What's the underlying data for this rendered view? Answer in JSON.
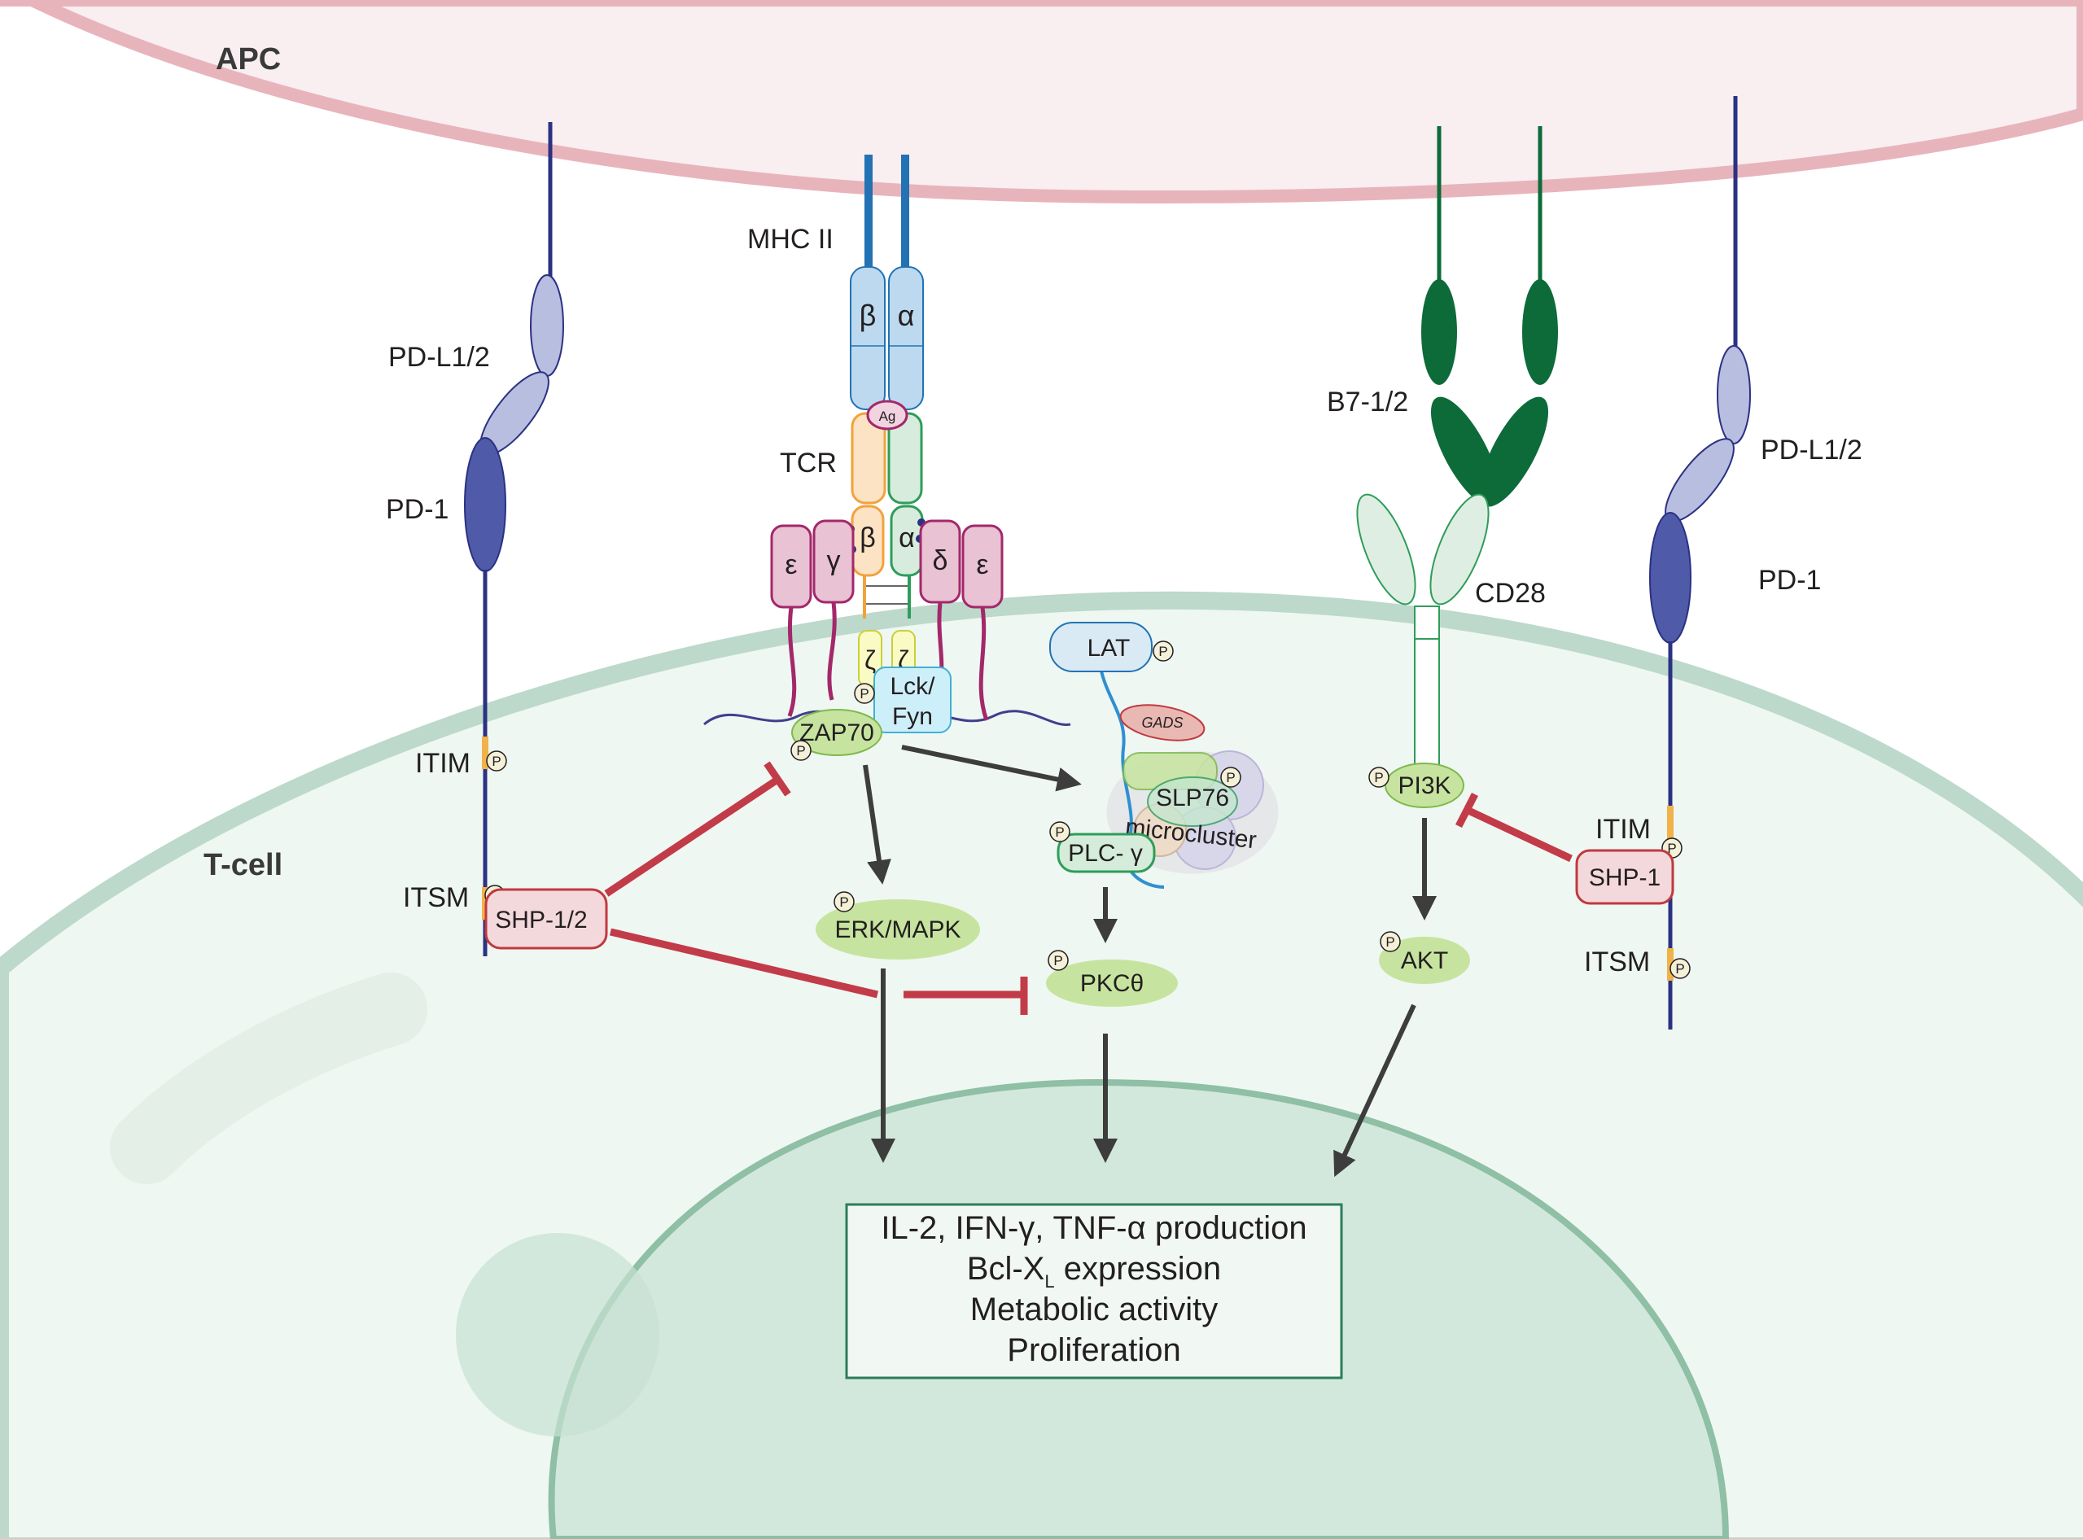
{
  "cells": {
    "apc": "APC",
    "tcell": "T-cell"
  },
  "receptors": {
    "mhc": "MHC II",
    "tcr": "TCR",
    "beta": "β",
    "alpha": "α",
    "ag": "Ag",
    "cd3": {
      "e1": "ε",
      "g": "γ",
      "d": "δ",
      "e2": "ε",
      "zeta": "ζ"
    },
    "pdl_left": "PD-L1/2",
    "pd1_left": "PD-1",
    "pdl_right": "PD-L1/2",
    "pd1_right": "PD-1",
    "b7": "B7-1/2",
    "cd28": "CD28",
    "itim": "ITIM",
    "itsm": "ITSM"
  },
  "nodes": {
    "lck_line1": "Lck/",
    "lck_line2": "Fyn",
    "zap70": "ZAP70",
    "lat": "LAT",
    "gads": "GADS",
    "slp76": "SLP76",
    "microcluster": "microcluster",
    "plcg": "PLC- γ",
    "erk": "ERK/MAPK",
    "pkc": "PKCθ",
    "pi3k": "PI3K",
    "akt": "AKT",
    "shp12": "SHP-1/2",
    "shp1": "SHP-1",
    "phospho": "P"
  },
  "outcome": {
    "line1": "IL-2, IFN-γ, TNF-α production",
    "line2_main": "Bcl-X",
    "line2_sub": "L",
    "line2_rest": " expression",
    "line3": "Metabolic activity",
    "line4": "Proliferation"
  },
  "colors": {
    "apc_fill": "#f9eef0",
    "apc_border": "#e8b4bc",
    "tcell_fill": "#eef7f1",
    "tcell_border": "#bcd9cb",
    "nucleus_fill": "#d3e8dd",
    "nucleus_border": "#8fbfa5",
    "pd1": "#4f5ba8",
    "pdl": "#b7bedf",
    "pd_stalk": "#2b3183",
    "b7": "#0d6b3a",
    "cd28": "#dfeee3",
    "mhc": "#bcd9ef",
    "mhc_stalk": "#2272b4",
    "tcr_beta": "#fbe3c4",
    "tcr_alpha": "#d7ecdc",
    "cd3": "#e9c2d3",
    "cd3_border": "#a3286a",
    "zeta": "#fafbc4",
    "lck": "#cdeffa",
    "node_green": "#c6e49f",
    "node_green_border": "#7fb94d",
    "shp": "#f4d9dc",
    "shp_border": "#c0393f",
    "inhibit": "#c23b48",
    "activate": "#3d3d3d",
    "box_fill": "#f1f8f4",
    "box_border": "#2c7d5a"
  }
}
